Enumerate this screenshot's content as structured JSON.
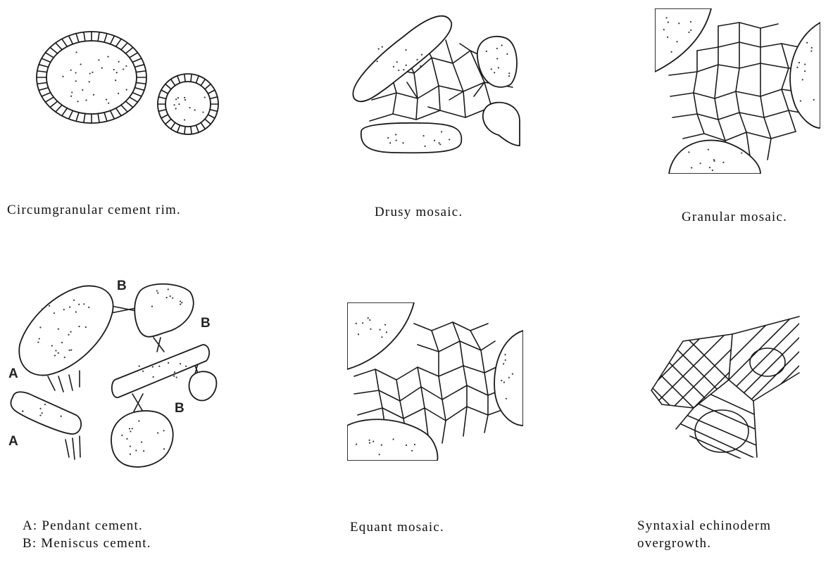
{
  "panels": [
    {
      "id": "circumgranular",
      "caption": "Circumgranular cement rim."
    },
    {
      "id": "drusy",
      "caption": "Drusy mosaic."
    },
    {
      "id": "granular",
      "caption": "Granular mosaic."
    },
    {
      "id": "pendant-meniscus",
      "caption_lines": [
        "A: Pendant cement.",
        "B: Meniscus cement."
      ],
      "labels": {
        "pendant": "A",
        "meniscus": "B"
      }
    },
    {
      "id": "equant",
      "caption": "Equant mosaic."
    },
    {
      "id": "syntaxial",
      "caption_lines": [
        "Syntaxial echinoderm",
        "overgrowth."
      ]
    }
  ]
}
